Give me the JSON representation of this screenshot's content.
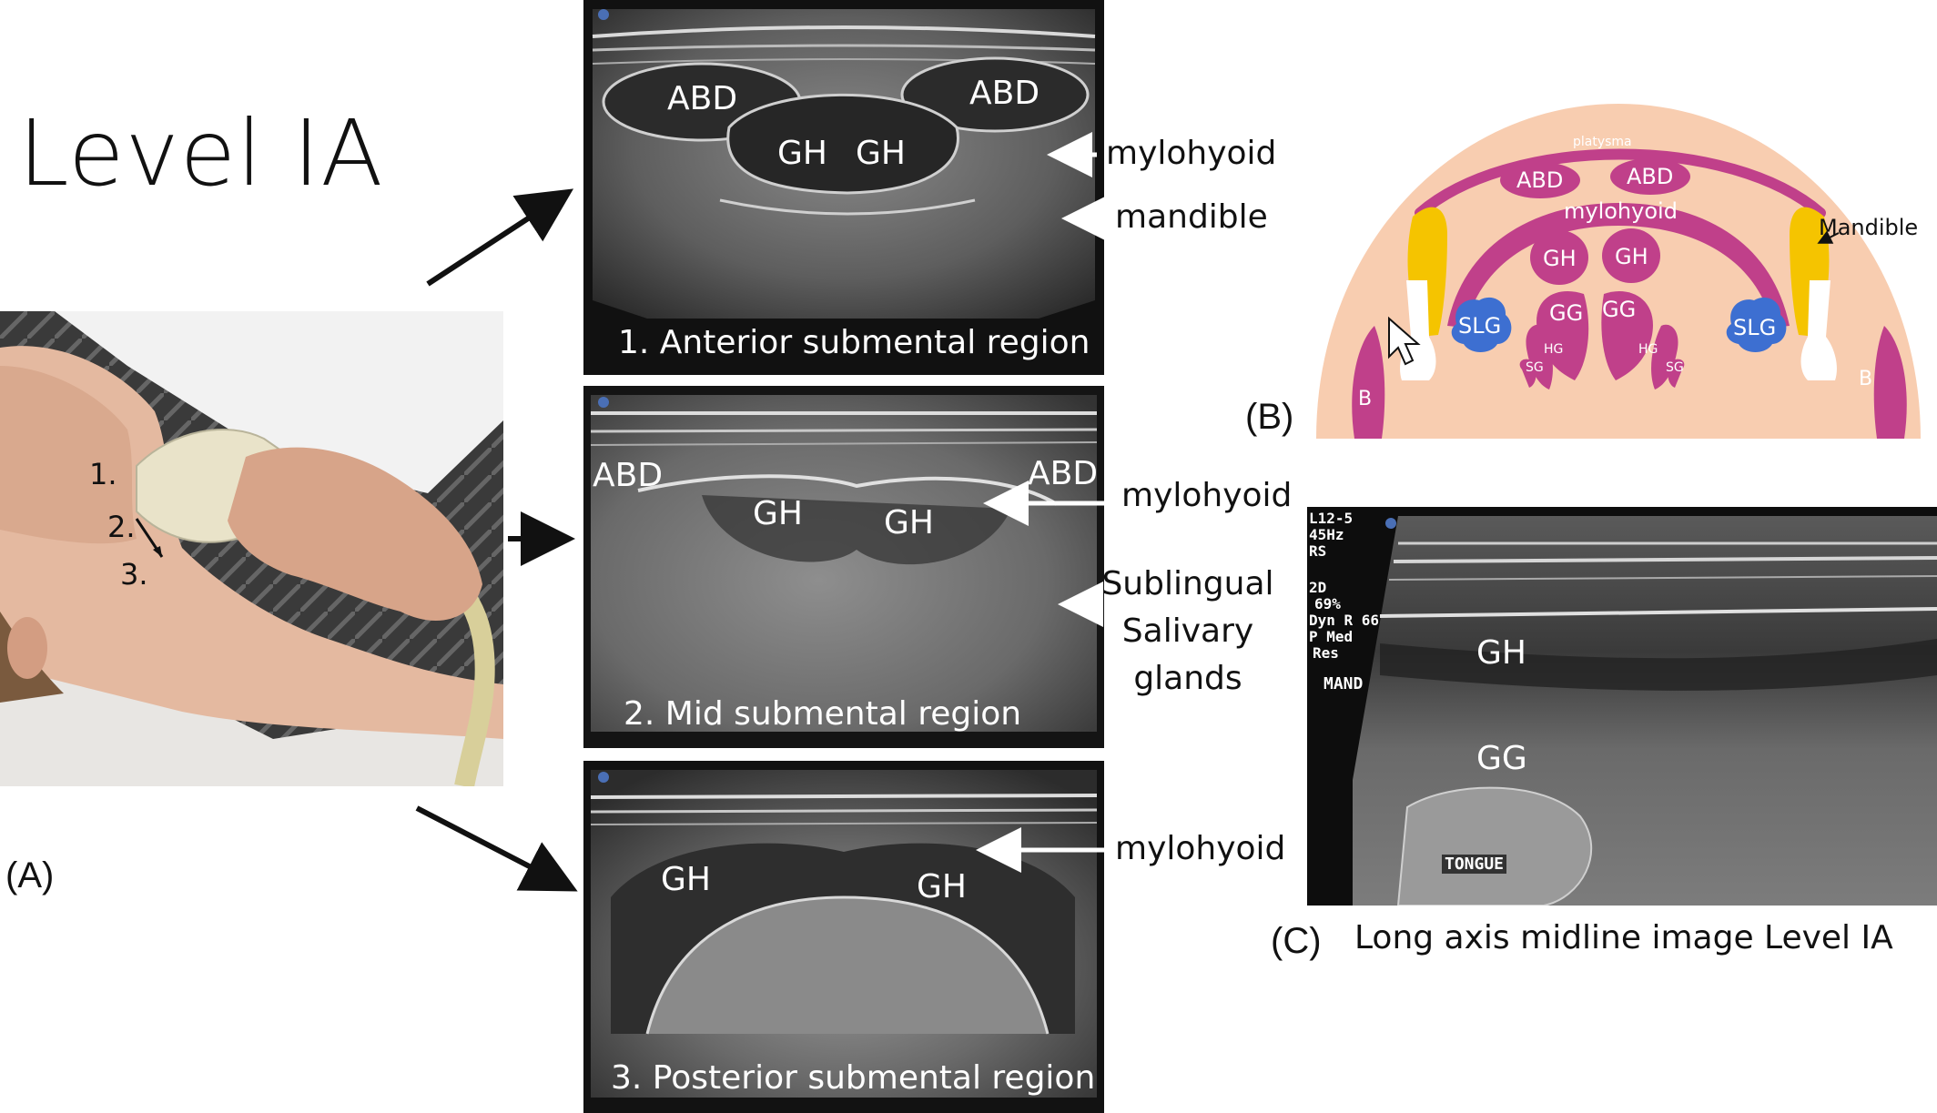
{
  "title": "Level IA",
  "panels": {
    "a": "(A)",
    "b": "(B)",
    "c": "(C)"
  },
  "photo": {
    "markers": [
      "1.",
      "2.",
      "3."
    ]
  },
  "us1": {
    "labels": [
      "ABD",
      "ABD",
      "GH",
      "GH"
    ],
    "caption": "1. Anterior submental region",
    "annotations": [
      "mylohyoid",
      "mandible"
    ]
  },
  "us2": {
    "labels": [
      "ABD",
      "ABD",
      "GH",
      "GH"
    ],
    "caption": "2. Mid submental region",
    "annotations": [
      "mylohyoid",
      "Sublingual",
      "Salivary",
      "glands"
    ]
  },
  "us3": {
    "labels": [
      "GH",
      "GH"
    ],
    "caption": "3. Posterior submental region",
    "annotations": [
      "mylohyoid"
    ]
  },
  "schematic": {
    "platysma": "platysma",
    "abd": [
      "ABD",
      "ABD"
    ],
    "mylohyoid": "mylohyoid",
    "gh": [
      "GH",
      "GH"
    ],
    "gg": [
      "GG",
      "GG"
    ],
    "slg": [
      "SLG",
      "SLG"
    ],
    "hg": [
      "HG",
      "HG"
    ],
    "sg": [
      "SG",
      "SG"
    ],
    "b": [
      "B",
      "B"
    ],
    "mandible": "Mandible",
    "colors": {
      "skin": "#f8cdb0",
      "muscle": "#c0408a",
      "bone": "#f5c400",
      "gland": "#3d6fd1"
    }
  },
  "long_axis": {
    "scanner_text": [
      "L12-5",
      "45Hz",
      "RS",
      "2D",
      "69%",
      "Dyn R 66",
      "P Med",
      "Res"
    ],
    "mand": "MAND",
    "gh": "GH",
    "gg": "GG",
    "tongue": "TONGUE",
    "caption": "Long axis midline image Level IA"
  }
}
